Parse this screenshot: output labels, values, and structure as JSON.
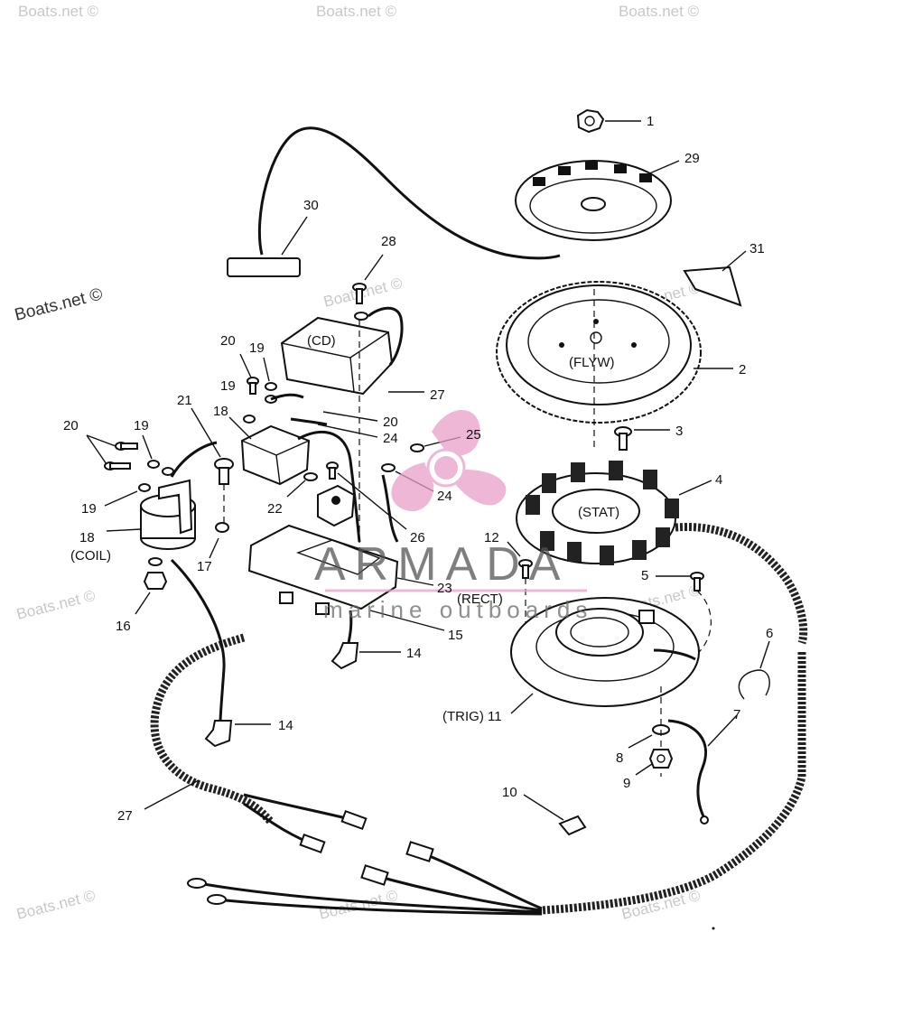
{
  "watermarks": {
    "site": "Boats.net ©",
    "brand": "ARMADA",
    "brand_sub": "marine outboards"
  },
  "colors": {
    "brand_logo": "#e8a0c8",
    "ink": "#111111",
    "watermark": "#c8c8c8"
  },
  "callouts": [
    {
      "id": "p1",
      "text": "1"
    },
    {
      "id": "p29",
      "text": "29"
    },
    {
      "id": "p30",
      "text": "30"
    },
    {
      "id": "p31",
      "text": "31"
    },
    {
      "id": "p28",
      "text": "28"
    },
    {
      "id": "p2",
      "text": "2"
    },
    {
      "id": "p20a",
      "text": "20"
    },
    {
      "id": "p19a",
      "text": "19"
    },
    {
      "id": "p27a",
      "text": "27"
    },
    {
      "id": "p19b",
      "text": "19"
    },
    {
      "id": "p21",
      "text": "21"
    },
    {
      "id": "p18a",
      "text": "18"
    },
    {
      "id": "p20b",
      "text": "20"
    },
    {
      "id": "p24a",
      "text": "24"
    },
    {
      "id": "p3",
      "text": "3"
    },
    {
      "id": "p20c",
      "text": "20"
    },
    {
      "id": "p19c",
      "text": "19"
    },
    {
      "id": "p25",
      "text": "25"
    },
    {
      "id": "p4",
      "text": "4"
    },
    {
      "id": "p19d",
      "text": "19"
    },
    {
      "id": "p22",
      "text": "22"
    },
    {
      "id": "p24b",
      "text": "24"
    },
    {
      "id": "p18b",
      "text": "18"
    },
    {
      "id": "p26",
      "text": "26"
    },
    {
      "id": "p12",
      "text": "12"
    },
    {
      "id": "p17",
      "text": "17"
    },
    {
      "id": "p5",
      "text": "5"
    },
    {
      "id": "p23",
      "text": "23"
    },
    {
      "id": "p16",
      "text": "16"
    },
    {
      "id": "p15",
      "text": "15"
    },
    {
      "id": "p6",
      "text": "6"
    },
    {
      "id": "p14a",
      "text": "14"
    },
    {
      "id": "p11",
      "text": "(TRIG)  11"
    },
    {
      "id": "p7",
      "text": "7"
    },
    {
      "id": "p14b",
      "text": "14"
    },
    {
      "id": "p8",
      "text": "8"
    },
    {
      "id": "p9",
      "text": "9"
    },
    {
      "id": "p10",
      "text": "10"
    },
    {
      "id": "p27b",
      "text": "27"
    }
  ],
  "part_labels": {
    "cd": "(CD)",
    "flyw": "(FLYW)",
    "stat": "(STAT)",
    "coil": "(COIL)",
    "rect": "(RECT)"
  }
}
